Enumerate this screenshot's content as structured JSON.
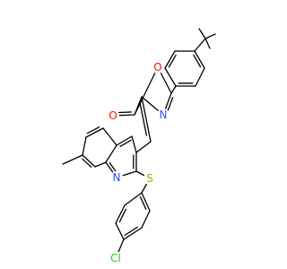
{
  "atoms": {
    "O_ring": {
      "text": "O",
      "color": "#ff0d0d"
    },
    "O_carbonyl": {
      "text": "O",
      "color": "#ff0d0d"
    },
    "N_oxazole": {
      "text": "N",
      "color": "#3050f8"
    },
    "N_quinoline": {
      "text": "N",
      "color": "#3050f8"
    },
    "S_thioether": {
      "text": "S",
      "color": "#b2a000"
    },
    "Cl": {
      "text": "Cl",
      "color": "#1fcc1f"
    }
  },
  "colors": {
    "bond": "#000000",
    "background": "#ffffff"
  }
}
